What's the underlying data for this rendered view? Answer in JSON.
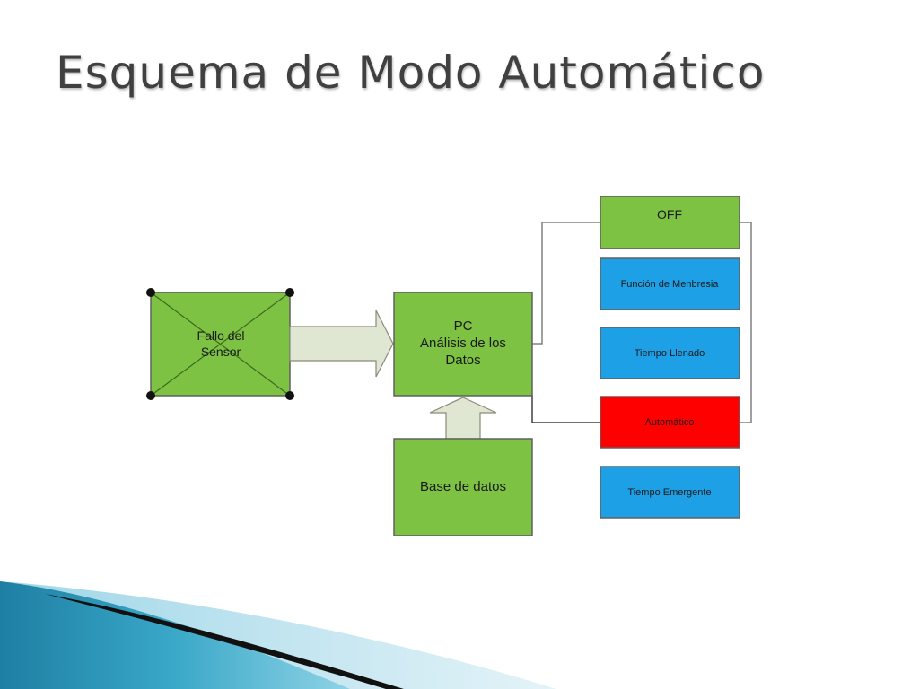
{
  "slide": {
    "title": "Esquema de Modo Automático"
  },
  "diagram": {
    "sensor": {
      "line1": "Fallo del",
      "line2": "Sensor"
    },
    "pc": {
      "line1": "PC",
      "line2": "Análisis de los",
      "line3": "Datos"
    },
    "database": {
      "label": "Base de datos"
    },
    "modes": [
      {
        "label": "OFF",
        "color": "#7dc242"
      },
      {
        "label": "Función de Menbresia",
        "color": "#1ea0e6"
      },
      {
        "label": "Tiempo Llenado",
        "color": "#1ea0e6"
      },
      {
        "label": "Automático",
        "color": "#ff0000"
      },
      {
        "label": "Tiempo Emergente",
        "color": "#1ea0e6"
      }
    ],
    "colors": {
      "green": "#7dc242",
      "arrow_fill": "#dfe6d2",
      "border": "#606060"
    }
  }
}
